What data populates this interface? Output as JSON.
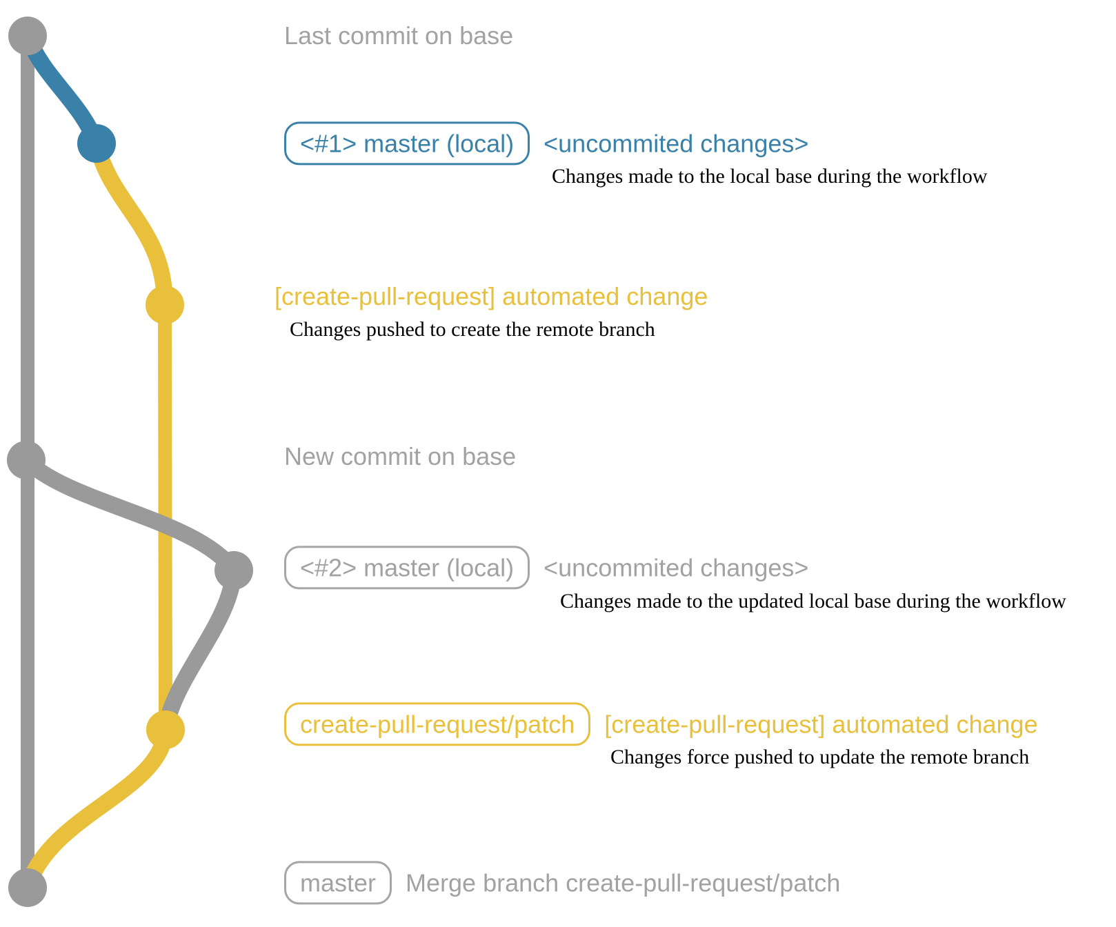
{
  "colors": {
    "gray": "#9a9a9a",
    "blue": "#3a81aa",
    "yellow": "#e8c03c",
    "gray_text": "#a2a2a2",
    "description_text": "#000000",
    "background": "#ffffff"
  },
  "rows": [
    {
      "label": "Last commit on base"
    },
    {
      "badge": "<#1> master (local)",
      "message": "<uncommited changes>",
      "description": "Changes made to the local base during the workflow"
    },
    {
      "message": "[create-pull-request] automated change",
      "description": "Changes pushed to create the remote branch"
    },
    {
      "label": "New commit on base"
    },
    {
      "badge": "<#2> master (local)",
      "message": "<uncommited changes>",
      "description": "Changes made to the updated local base during the workflow"
    },
    {
      "badge": "create-pull-request/patch",
      "message": "[create-pull-request] automated change",
      "description": "Changes force pushed to update the remote branch"
    },
    {
      "badge": "master",
      "message": "Merge branch create-pull-request/patch"
    }
  ]
}
